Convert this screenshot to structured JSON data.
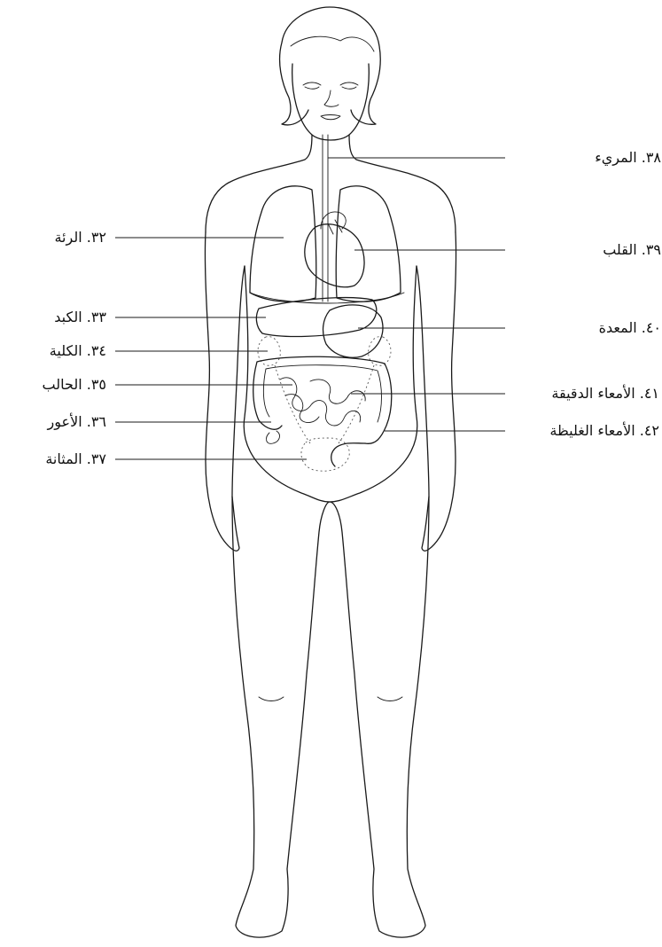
{
  "labels": {
    "l32": "٣٢. الرئة",
    "l33": "٣٣. الكبد",
    "l34": "٣٤. الكلية",
    "l35": "٣٥. الحالب",
    "l36": "٣٦. الأعور",
    "l37": "٣٧. المثانة",
    "l38": "٣٨. المريء",
    "l39": "٣٩. القلب",
    "l40": "٤٠. المعدة",
    "l41": "٤١. الأمعاء الدقيقة",
    "l42": "٤٢. الأمعاء الغليظة"
  }
}
